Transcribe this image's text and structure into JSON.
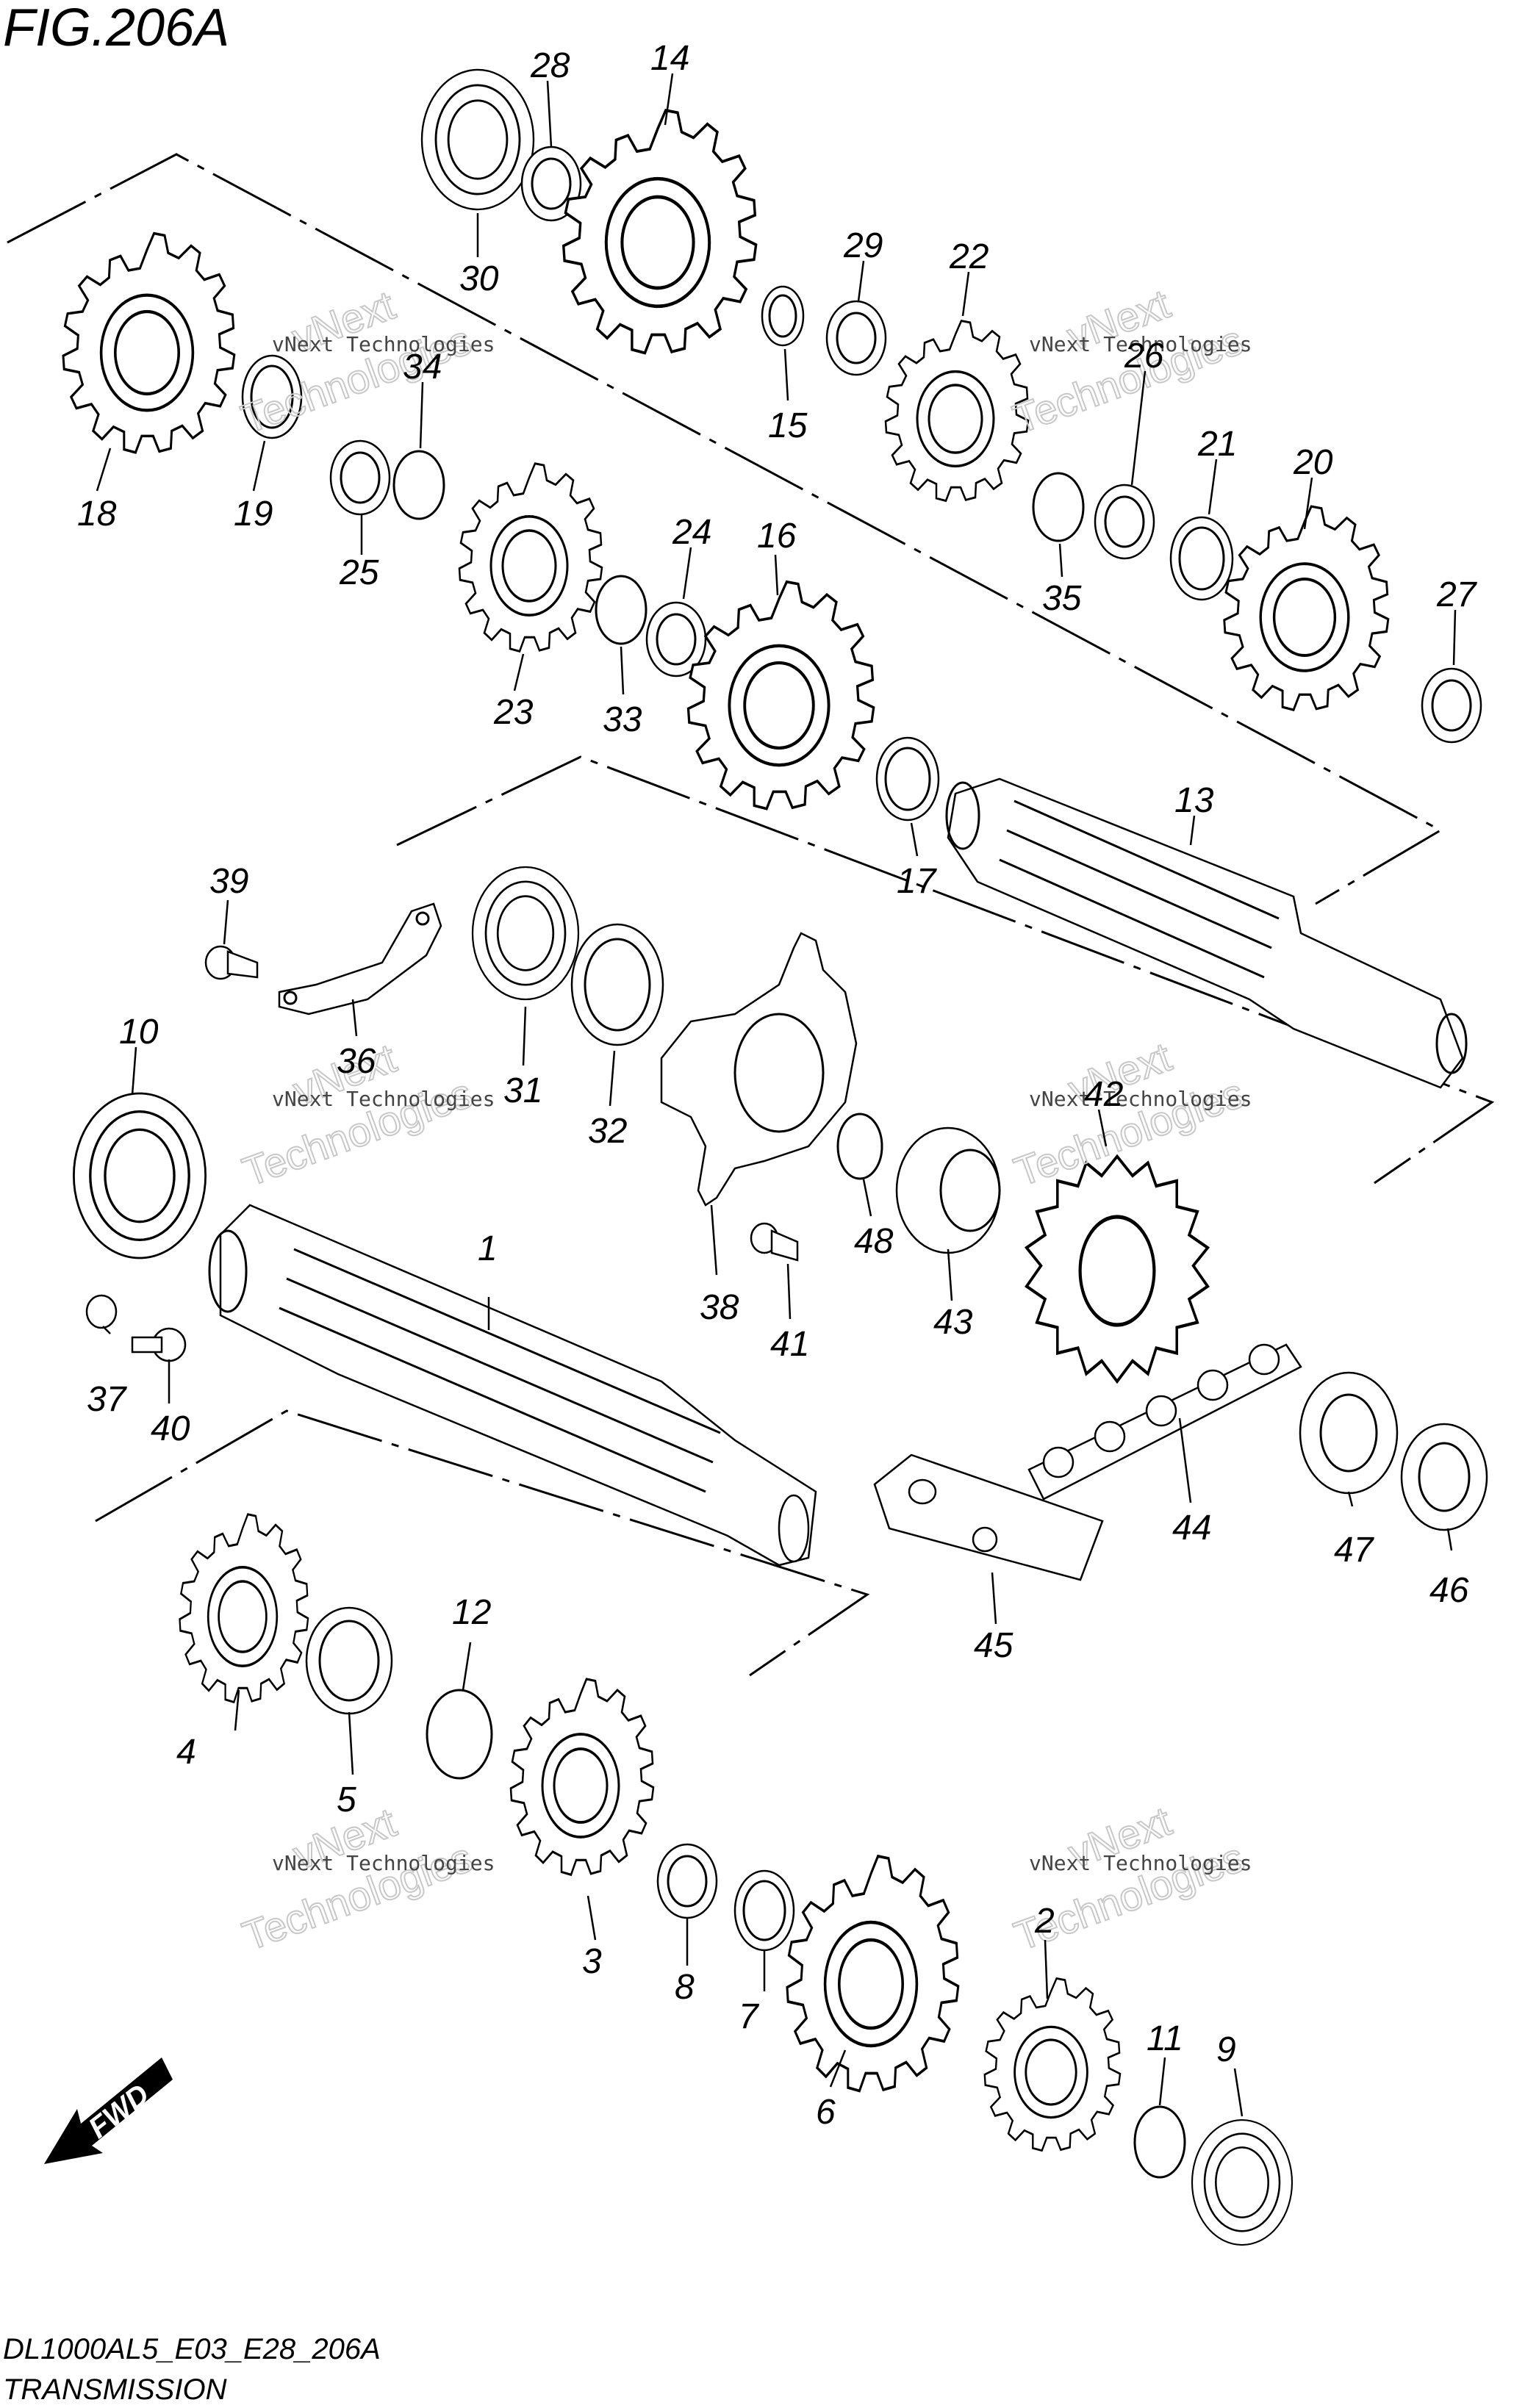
{
  "figure": {
    "title": "FIG.206A",
    "model_code": "DL1000AL5_E03_E28_206A",
    "section_name": "TRANSMISSION",
    "fwd_label": "FWD"
  },
  "watermark": {
    "line1": "vNext Technologies",
    "line2": "vNext",
    "line3": "Technologies"
  },
  "parts": [
    {
      "id": "p1",
      "label": "1"
    },
    {
      "id": "p2",
      "label": "2"
    },
    {
      "id": "p3",
      "label": "3"
    },
    {
      "id": "p4",
      "label": "4"
    },
    {
      "id": "p5",
      "label": "5"
    },
    {
      "id": "p6",
      "label": "6"
    },
    {
      "id": "p7",
      "label": "7"
    },
    {
      "id": "p8",
      "label": "8"
    },
    {
      "id": "p9",
      "label": "9"
    },
    {
      "id": "p10",
      "label": "10"
    },
    {
      "id": "p11",
      "label": "11"
    },
    {
      "id": "p12",
      "label": "12"
    },
    {
      "id": "p13",
      "label": "13"
    },
    {
      "id": "p14",
      "label": "14"
    },
    {
      "id": "p15",
      "label": "15"
    },
    {
      "id": "p16",
      "label": "16"
    },
    {
      "id": "p17",
      "label": "17"
    },
    {
      "id": "p18",
      "label": "18"
    },
    {
      "id": "p19",
      "label": "19"
    },
    {
      "id": "p20",
      "label": "20"
    },
    {
      "id": "p21",
      "label": "21"
    },
    {
      "id": "p22",
      "label": "22"
    },
    {
      "id": "p23",
      "label": "23"
    },
    {
      "id": "p24",
      "label": "24"
    },
    {
      "id": "p25",
      "label": "25"
    },
    {
      "id": "p26",
      "label": "26"
    },
    {
      "id": "p27",
      "label": "27"
    },
    {
      "id": "p28",
      "label": "28"
    },
    {
      "id": "p29",
      "label": "29"
    },
    {
      "id": "p30",
      "label": "30"
    },
    {
      "id": "p31",
      "label": "31"
    },
    {
      "id": "p32",
      "label": "32"
    },
    {
      "id": "p33",
      "label": "33"
    },
    {
      "id": "p34",
      "label": "34"
    },
    {
      "id": "p35",
      "label": "35"
    },
    {
      "id": "p36",
      "label": "36"
    },
    {
      "id": "p37",
      "label": "37"
    },
    {
      "id": "p38",
      "label": "38"
    },
    {
      "id": "p39",
      "label": "39"
    },
    {
      "id": "p40",
      "label": "40"
    },
    {
      "id": "p41",
      "label": "41"
    },
    {
      "id": "p42",
      "label": "42"
    },
    {
      "id": "p43",
      "label": "43"
    },
    {
      "id": "p44",
      "label": "44"
    },
    {
      "id": "p45",
      "label": "45"
    },
    {
      "id": "p46",
      "label": "46"
    },
    {
      "id": "p47",
      "label": "47"
    },
    {
      "id": "p48",
      "label": "48"
    }
  ]
}
